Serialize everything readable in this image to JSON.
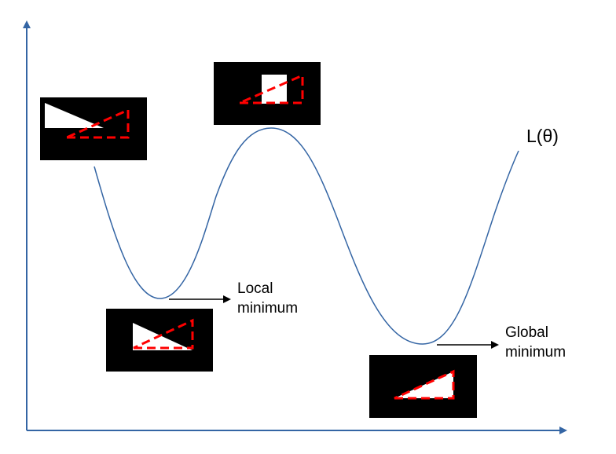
{
  "labels": {
    "curve": "L(θ)",
    "local_minimum": [
      "Local",
      "minimum"
    ],
    "global_minimum": [
      "Global",
      "minimum"
    ]
  },
  "colors": {
    "axis": "#3465a4",
    "curve": "#3465a4",
    "arrow": "#000000",
    "box_background": "#000000",
    "prediction_fill": "#ffffff",
    "ground_truth_dash": "#ff0000"
  }
}
